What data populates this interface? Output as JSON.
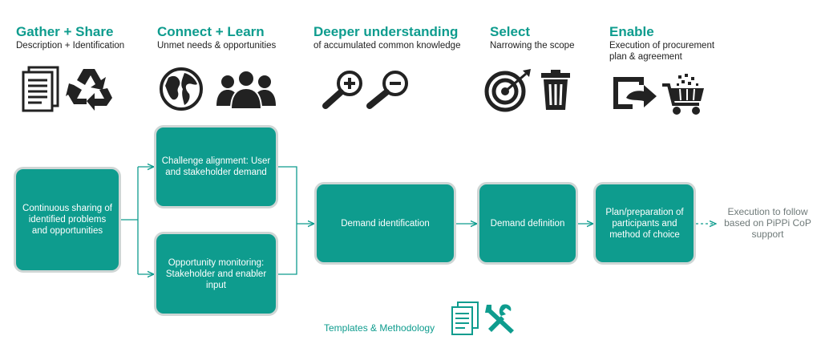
{
  "phases": [
    {
      "title": "Gather + Share",
      "subtitle": "Description + Identification"
    },
    {
      "title": "Connect + Learn",
      "subtitle": "Unmet needs & opportunities"
    },
    {
      "title": "Deeper understanding",
      "subtitle": "of accumulated common knowledge"
    },
    {
      "title": "Select",
      "subtitle": "Narrowing the scope"
    },
    {
      "title": "Enable",
      "subtitle": "Execution of procurement plan & agreement"
    }
  ],
  "boxes": {
    "sharing": "Continuous sharing of identified problems and opportunities",
    "challenge": "Challenge alignment: User and stakeholder demand",
    "opportunity": "Opportunity monitoring: Stakeholder and enabler input",
    "identification": "Demand identification",
    "definition": "Demand definition",
    "plan": "Plan/preparation of participants and method of choice"
  },
  "execution_note": "Execution to follow based on PiPPi CoP support",
  "templates_label": "Templates & Methodology",
  "colors": {
    "accent": "#0e9c8e",
    "box_border": "#cfd6d5",
    "icon": "#222222",
    "muted_text": "#6f7a79"
  },
  "icons": [
    "documents-icon",
    "recycle-icon",
    "globe-icon",
    "people-icon",
    "zoom-in-icon",
    "zoom-out-icon",
    "target-icon",
    "trash-icon",
    "export-icon",
    "shopping-cart-icon",
    "templates-document-icon",
    "tools-icon"
  ]
}
